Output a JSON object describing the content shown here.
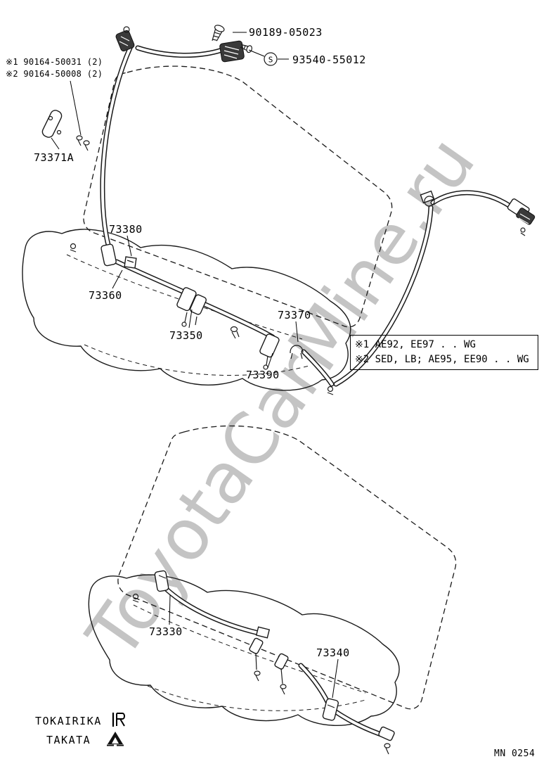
{
  "watermark": "ToyotaCarMine.ru",
  "plate_code": "MN 0254",
  "top": {
    "bolt_label": "90189-05023",
    "sensor_label": "93540-55012",
    "sensor_symbol": "S"
  },
  "notes": [
    "※1 90164-50031 (2)",
    "※2 90164-50008 (2)"
  ],
  "callouts": [
    "73371A",
    "73380",
    "73360",
    "73350",
    "73370",
    "73390",
    "73330",
    "73340"
  ],
  "variant_box": {
    "line1": "※1 AE92, EE97 . . WG",
    "line2": "※2 SED, LB; AE95, EE90 . . WG"
  },
  "brands": [
    "TOKAIRIKA",
    "TAKATA"
  ]
}
